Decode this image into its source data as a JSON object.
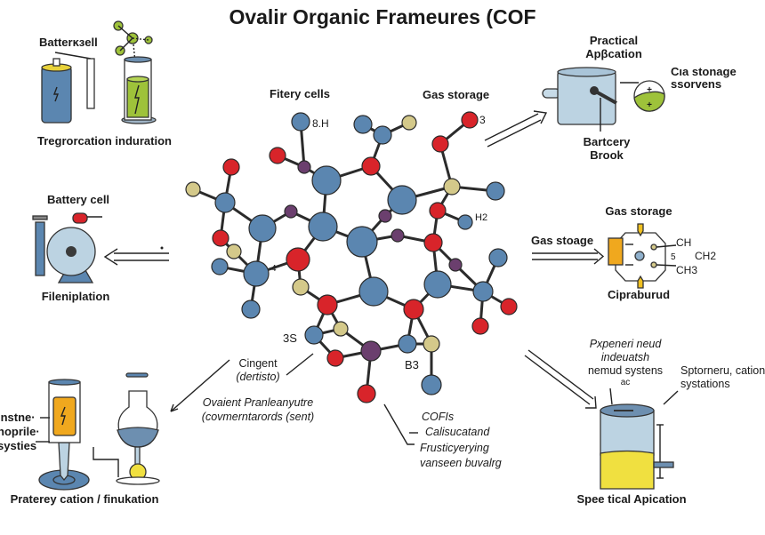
{
  "title": "Ovalir Organic Frameures (COF",
  "top_left": {
    "label": "Batterĸɜell",
    "caption": "Tregrorcation induration"
  },
  "center_labels": {
    "left": "Fitery cells",
    "right": "Gas storage"
  },
  "atom_labels": [
    "8.H",
    "3",
    "H2",
    "3S",
    "B3",
    "4"
  ],
  "top_right": {
    "heading": [
      "Practical",
      "Apβcation"
    ],
    "side": [
      "Cıa stonage",
      "ssorvens"
    ],
    "caption": [
      "Bartcery",
      "Brook"
    ]
  },
  "mid_left": {
    "label": "Battery cell",
    "caption": "Fileniplation"
  },
  "mid_right": {
    "heading": "Gas storage",
    "arrow_label": "Gas stoage",
    "caption": "Cipraburud",
    "formula": [
      "CH",
      "5",
      "CH2",
      "CH3"
    ]
  },
  "bottom_center_left": {
    "label": [
      "Cingent",
      "(dertisto)"
    ],
    "sub": [
      "Ovaient Pranleanyutre",
      "(covmerntarords (sent)"
    ]
  },
  "bottom_left": {
    "side": [
      "instne·",
      "noprile·",
      "systies"
    ],
    "caption": "Praterey cation / finukation"
  },
  "bottom_center_right": [
    "COFIs",
    "Calisucatand",
    "Frusticyerying",
    "vanseen buvalrg"
  ],
  "bottom_right": {
    "heading": [
      "Pxpeneri neud",
      "indeuatsh",
      "nemud systens",
      "ac"
    ],
    "side": [
      "Sptorneru, cation",
      "systations"
    ],
    "caption": "Spee tical Apication"
  },
  "colors": {
    "carbon": "#5b86b0",
    "oxygen": "#d8242a",
    "sulfur": "#d4c98a",
    "nitrogen": "#6b3f6e",
    "bond": "#2b2b2b"
  }
}
